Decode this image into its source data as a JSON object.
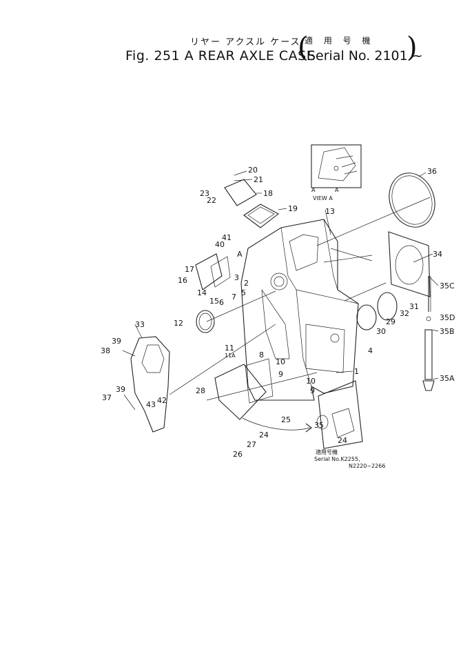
{
  "title": {
    "japanese": "リヤー アクスル ケース",
    "japanese_serial": "適 用 号 機",
    "main": "Fig. 251 A REAR AXLE CASE",
    "serial": "Serial No. 2101 ~"
  },
  "view_label": "VIEW A",
  "view_letter_left": "A",
  "view_letter_right": "A",
  "inset": {
    "note_jp": "適用号機",
    "serial_line_1": "Serial No.K2255,",
    "serial_line_2": "N2220~2266"
  },
  "part_labels": [
    "1",
    "2",
    "3",
    "4",
    "5",
    "6",
    "7",
    "8",
    "9",
    "9",
    "10",
    "10",
    "11",
    "11A",
    "12",
    "13",
    "14",
    "15",
    "16",
    "17",
    "18",
    "19",
    "20",
    "21",
    "22",
    "23",
    "24",
    "24",
    "25",
    "26",
    "27",
    "28",
    "29",
    "30",
    "31",
    "32",
    "33",
    "34",
    "35",
    "35A",
    "35B",
    "35C",
    "35D",
    "36",
    "37",
    "38",
    "39",
    "39",
    "40",
    "41",
    "42",
    "43",
    "A"
  ],
  "colors": {
    "ink": "#222222",
    "paper": "#ffffff"
  }
}
